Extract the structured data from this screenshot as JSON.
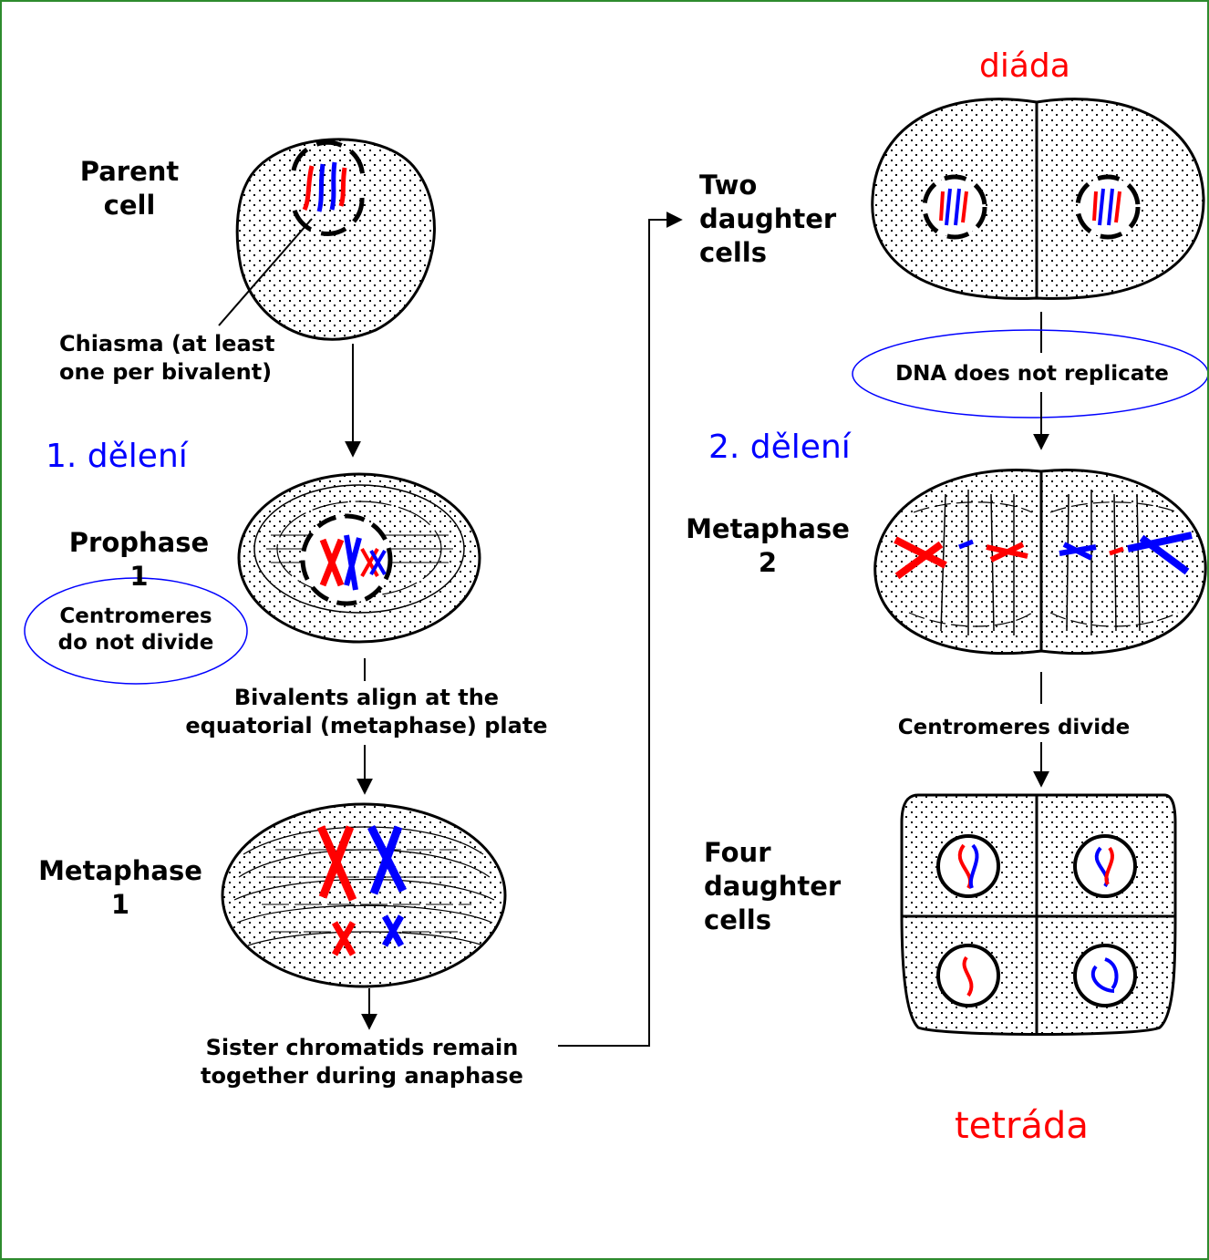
{
  "colors": {
    "frame": "#2e8b2e",
    "maternal_chromosome": "#ff0000",
    "paternal_chromosome": "#0000ff",
    "note_red": "#ff0000",
    "note_blue": "#0000ff",
    "outline": "#000000"
  },
  "labels": {
    "parent_cell": "Parent\ncell",
    "chiasma": "Chiasma (at least\none per bivalent)",
    "prophase1": "Prophase\n1",
    "centromeres_not_divide": "Centromeres\ndo not divide",
    "bivalents_align": "Bivalents align at the\nequatorial (metaphase) plate",
    "metaphase1": "Metaphase\n1",
    "sister_chromatids": "Sister chromatids remain\ntogether during anaphase",
    "two_daughter_cells": "Two\ndaughter\ncells",
    "dna_not_replicate": "DNA does not replicate",
    "metaphase2": "Metaphase\n2",
    "centromeres_divide": "Centromeres divide",
    "four_daughter_cells": "Four\ndaughter\ncells"
  },
  "notes": {
    "first_division": "1. dělení",
    "second_division": "2. dělení",
    "dyad": "diáda",
    "tetrad": "tetráda"
  }
}
